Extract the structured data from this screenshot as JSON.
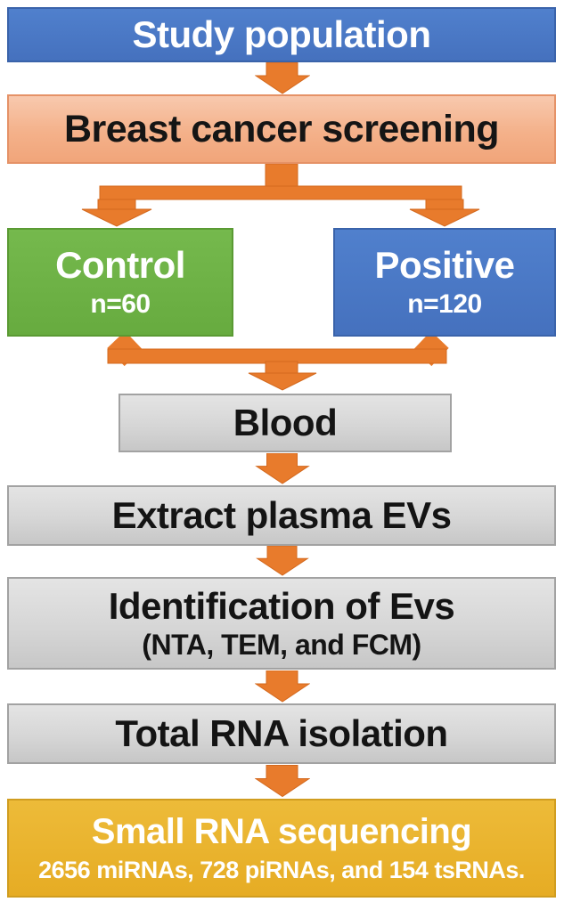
{
  "colors": {
    "box_blue": "#4a74c4",
    "box_blue_border": "#3a63aa",
    "box_salmon": "#f4b18a",
    "box_salmon_border": "#e59267",
    "box_green": "#6cb044",
    "box_green_border": "#5a9a33",
    "box_gray": "#d6d6d6",
    "box_gray_border": "#a2a2a2",
    "box_gold": "#e9b32d",
    "box_gold_border": "#d09d20",
    "arrow_orange": "#e87b2c",
    "text_dark": "#141414",
    "text_light": "#ffffff"
  },
  "boxes": {
    "study_population": {
      "label": "Study population"
    },
    "screening": {
      "label": "Breast cancer screening"
    },
    "control": {
      "label": "Control",
      "n": "n=60"
    },
    "positive": {
      "label": "Positive",
      "n": "n=120"
    },
    "blood": {
      "label": "Blood"
    },
    "extract_evs": {
      "label": "Extract plasma EVs"
    },
    "identification": {
      "label": "Identification of Evs",
      "methods": "(NTA, TEM, and FCM)"
    },
    "total_rna": {
      "label": "Total RNA isolation"
    },
    "sequencing": {
      "label": "Small RNA sequencing",
      "counts": "2656 miRNAs, 728 piRNAs, and 154 tsRNAs."
    }
  }
}
